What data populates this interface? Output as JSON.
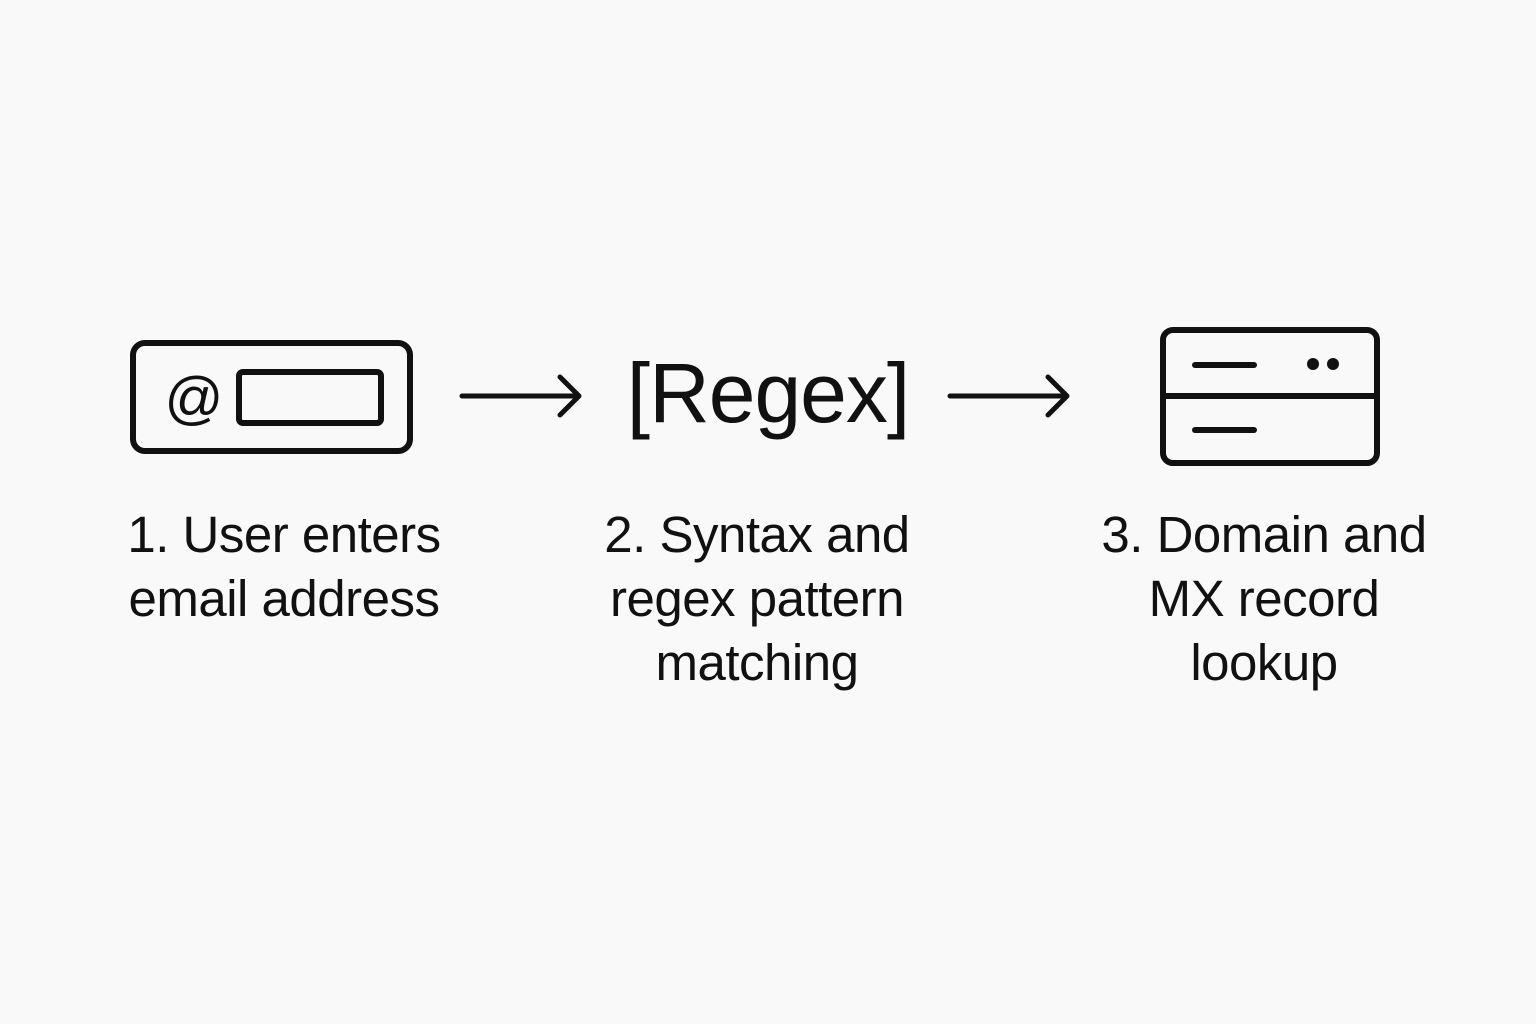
{
  "steps": [
    {
      "icon": "email-input-icon",
      "icon_glyph": "@",
      "label_lines": [
        "1. User enters",
        "email address"
      ]
    },
    {
      "icon": "regex-icon",
      "icon_text": "[Regex]",
      "label_lines": [
        "2. Syntax and",
        "regex pattern",
        "matching"
      ]
    },
    {
      "icon": "server-icon",
      "label_lines": [
        "3. Domain and",
        "MX record",
        "lookup"
      ]
    }
  ],
  "connectors": [
    "arrow-right-icon",
    "arrow-right-icon"
  ],
  "colors": {
    "background": "#f9f9f9",
    "foreground": "#111111"
  }
}
